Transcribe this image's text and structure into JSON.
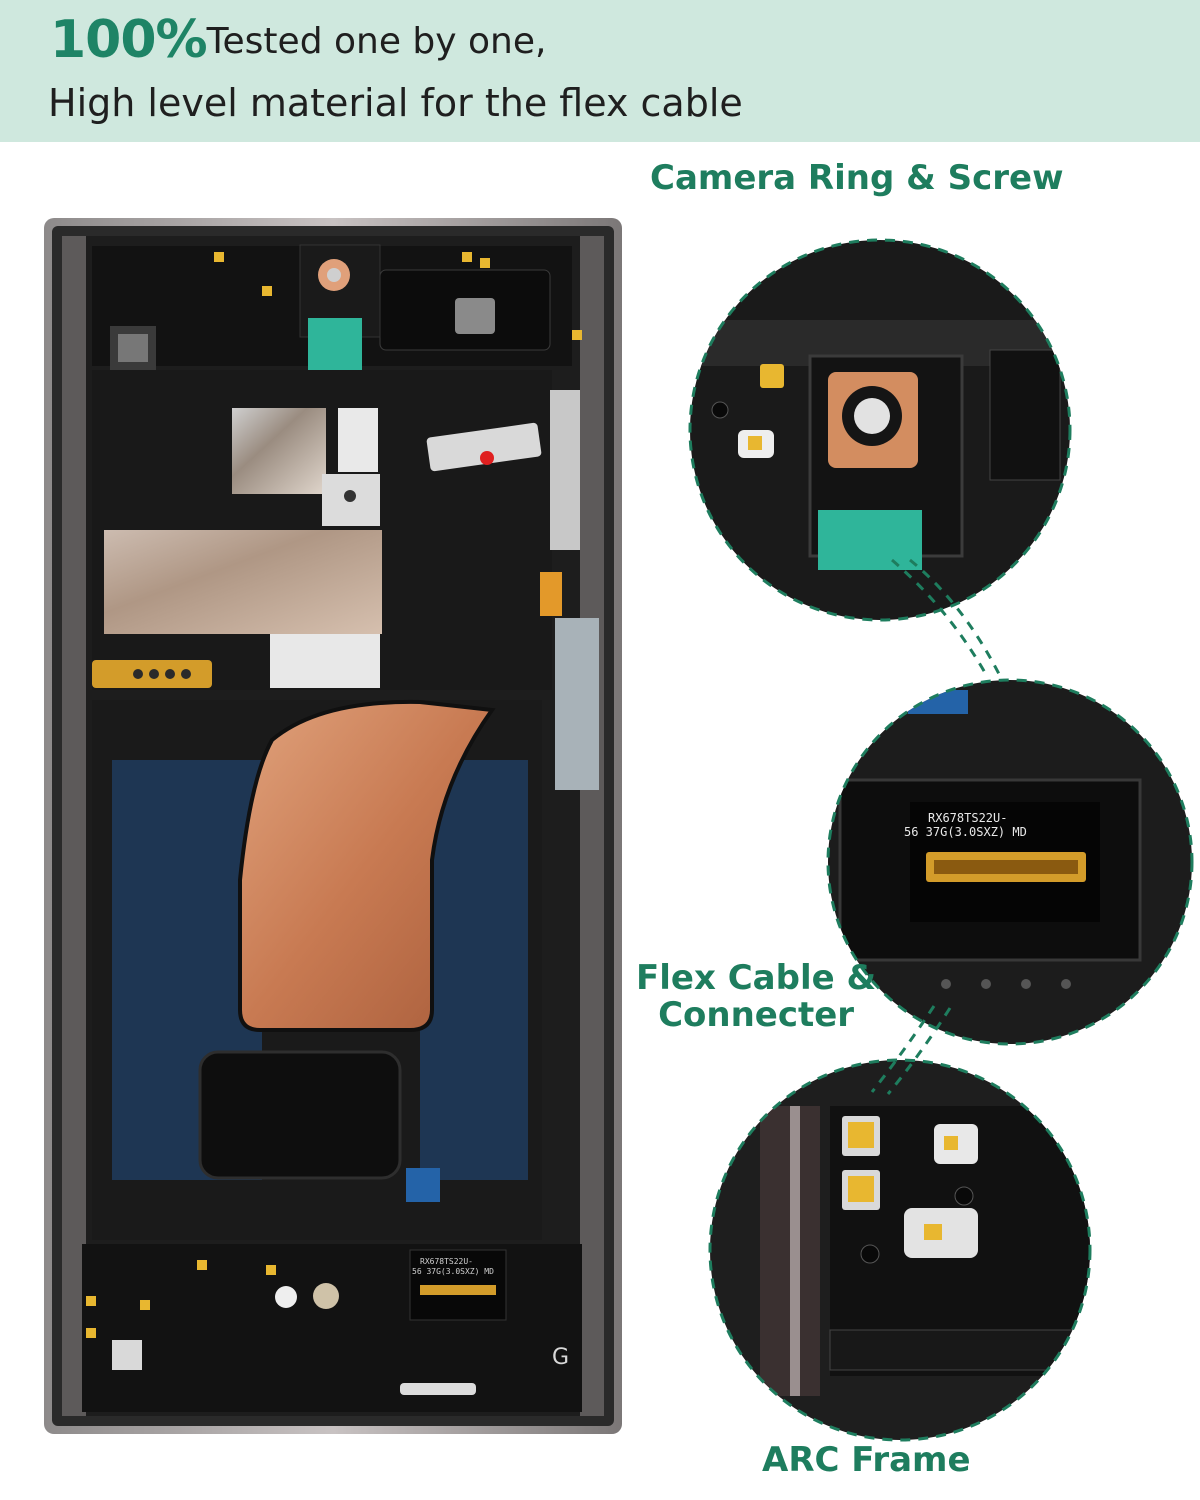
{
  "banner": {
    "highlight": "100%",
    "line1": "Tested one by one,",
    "line2": "High level material for the flex cable",
    "background": "#cfe8de",
    "accent": "#1e8466"
  },
  "callouts": {
    "camera": "Camera Ring & Screw",
    "flex_line1": "Flex Cable &",
    "flex_line2": "Connecter",
    "arc": "ARC Frame",
    "color": "#1e7d5e"
  },
  "labels": {
    "main_connector_label": "RX678TS22U-\n56 37G(3.0SXZ) MD",
    "zoom_connector_line1": "RX678TS22U-",
    "zoom_connector_line2": "56 37G(3.0SXZ) MD",
    "frame_letter": "G"
  }
}
